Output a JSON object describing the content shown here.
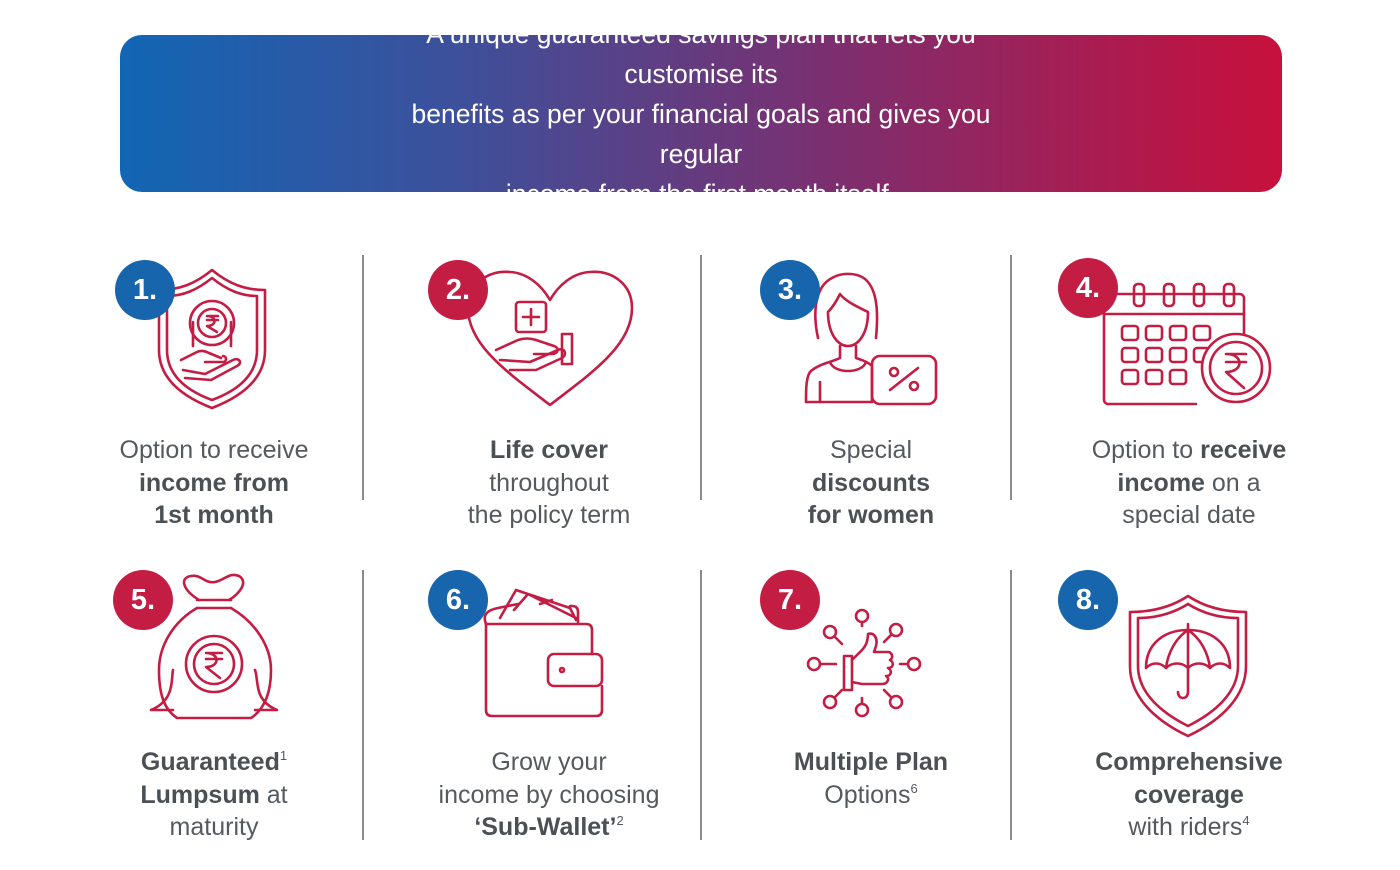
{
  "banner": {
    "line1": "A unique guaranteed savings plan that lets you customise its",
    "line2": "benefits as per your financial goals and gives you regular",
    "line3": "income from the first month itself."
  },
  "colors": {
    "blue": "#1665ad",
    "red": "#c41d44",
    "icon_stroke": "#c41d44",
    "text": "#555a5f"
  },
  "features": [
    {
      "number": "1.",
      "icon": "shield-coin-hand-icon",
      "badge_color": "blue",
      "l1_pre": "Option to receive",
      "l2_bold": "income from",
      "l3_bold": "1st month"
    },
    {
      "number": "2.",
      "icon": "heart-medical-hand-icon",
      "badge_color": "red",
      "l1_bold": "Life cover",
      "l2": "throughout",
      "l3": "the policy term"
    },
    {
      "number": "3.",
      "icon": "woman-discount-icon",
      "badge_color": "blue",
      "l1": "Special",
      "l2_bold": "discounts",
      "l3_bold": "for women"
    },
    {
      "number": "4.",
      "icon": "calendar-rupee-icon",
      "badge_color": "red",
      "l1_pre": "Option to ",
      "l1_bold": "receive",
      "l2_bold": "income",
      "l2_post": " on a",
      "l3": "special date"
    },
    {
      "number": "5.",
      "icon": "money-bag-rupee-icon",
      "badge_color": "red",
      "l1_bold": "Guaranteed",
      "l1_sup": "1",
      "l2_bold": "Lumpsum",
      "l2_post": " at",
      "l3": "maturity"
    },
    {
      "number": "6.",
      "icon": "wallet-icon",
      "badge_color": "blue",
      "l1": "Grow your",
      "l2": "income by choosing",
      "l3_bold": "‘Sub-Wallet’",
      "l3_sup": "2"
    },
    {
      "number": "7.",
      "icon": "thumbs-up-options-icon",
      "badge_color": "red",
      "l1_bold": "Multiple Plan",
      "l2": "Options",
      "l2_sup": "6"
    },
    {
      "number": "8.",
      "icon": "shield-umbrella-icon",
      "badge_color": "blue",
      "l1_bold": "Comprehensive",
      "l2_bold": "coverage",
      "l3": "with riders",
      "l3_sup": "4"
    }
  ]
}
